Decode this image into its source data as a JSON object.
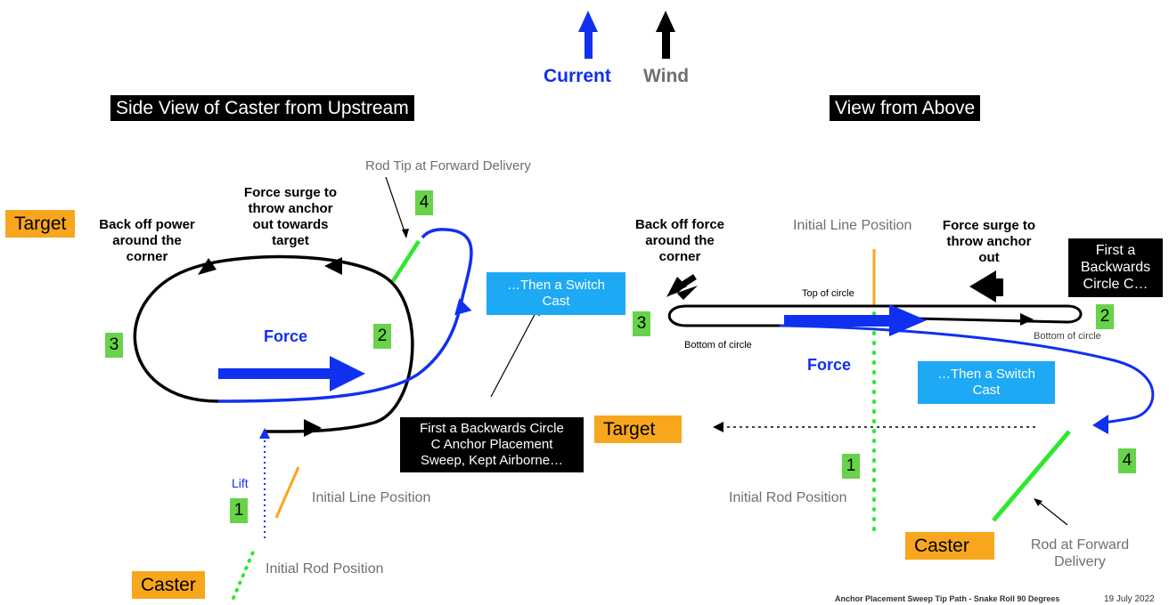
{
  "legend": {
    "current": "Current",
    "wind": "Wind"
  },
  "headers": {
    "side_view": "Side View of Caster from Upstream",
    "top_view": "View from Above"
  },
  "side_view": {
    "target": "Target",
    "caster": "Caster",
    "back_off": [
      "Back off power",
      "around the",
      "corner"
    ],
    "force_surge": [
      "Force surge to",
      "throw anchor",
      "out towards",
      "target"
    ],
    "rod_tip_forward": "Rod Tip at Forward Delivery",
    "force": "Force",
    "then_switch": [
      "…Then a Switch",
      "Cast"
    ],
    "first_backwards": [
      "First a Backwards Circle",
      "C Anchor Placement",
      "Sweep, Kept Airborne…"
    ],
    "lift": "Lift",
    "initial_line": "Initial Line Position",
    "initial_rod": "Initial Rod Position",
    "steps": [
      "1",
      "2",
      "3",
      "4"
    ]
  },
  "top_view": {
    "back_off": [
      "Back off force",
      "around the",
      "corner"
    ],
    "initial_line": "Initial Line Position",
    "force_surge": [
      "Force surge to",
      "throw anchor",
      "out"
    ],
    "first_backwards": [
      "First a",
      "Backwards",
      "Circle C…"
    ],
    "top_of_circle": "Top of circle",
    "bottom_of_circle": "Bottom of circle",
    "force": "Force",
    "then_switch": [
      "…Then a Switch",
      "Cast"
    ],
    "target": "Target",
    "initial_rod": "Initial Rod Position",
    "caster": "Caster",
    "rod_forward": [
      "Rod at Forward",
      "Delivery"
    ],
    "steps": [
      "1",
      "2",
      "3",
      "4"
    ]
  },
  "footer": {
    "title": "Anchor Placement Sweep Tip Path - Snake Roll 90 Degrees",
    "date": "19 July 2022"
  },
  "colors": {
    "current_blue": "#1030f0",
    "rod_green": "#2ee82e",
    "line_orange": "#f8a61d",
    "label_green": "#67d34a",
    "cyan_box": "#1da9f4",
    "black": "#000000",
    "gray_text": "#6f6f6f"
  }
}
